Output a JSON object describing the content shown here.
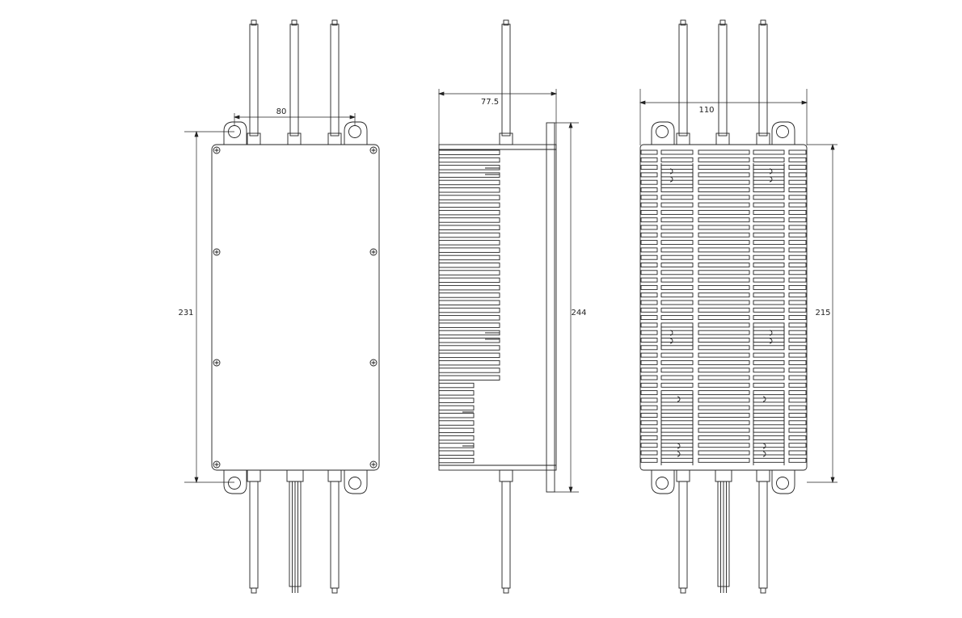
{
  "views": [
    {
      "name": "front-view",
      "dimensions": {
        "width": "80",
        "height": "231"
      }
    },
    {
      "name": "side-view",
      "dimensions": {
        "width": "77.5",
        "height": "244"
      }
    },
    {
      "name": "top-view",
      "dimensions": {
        "width": "110",
        "height": "215"
      }
    }
  ],
  "colors": {
    "line": "#222222",
    "fill": "#ffffff"
  }
}
